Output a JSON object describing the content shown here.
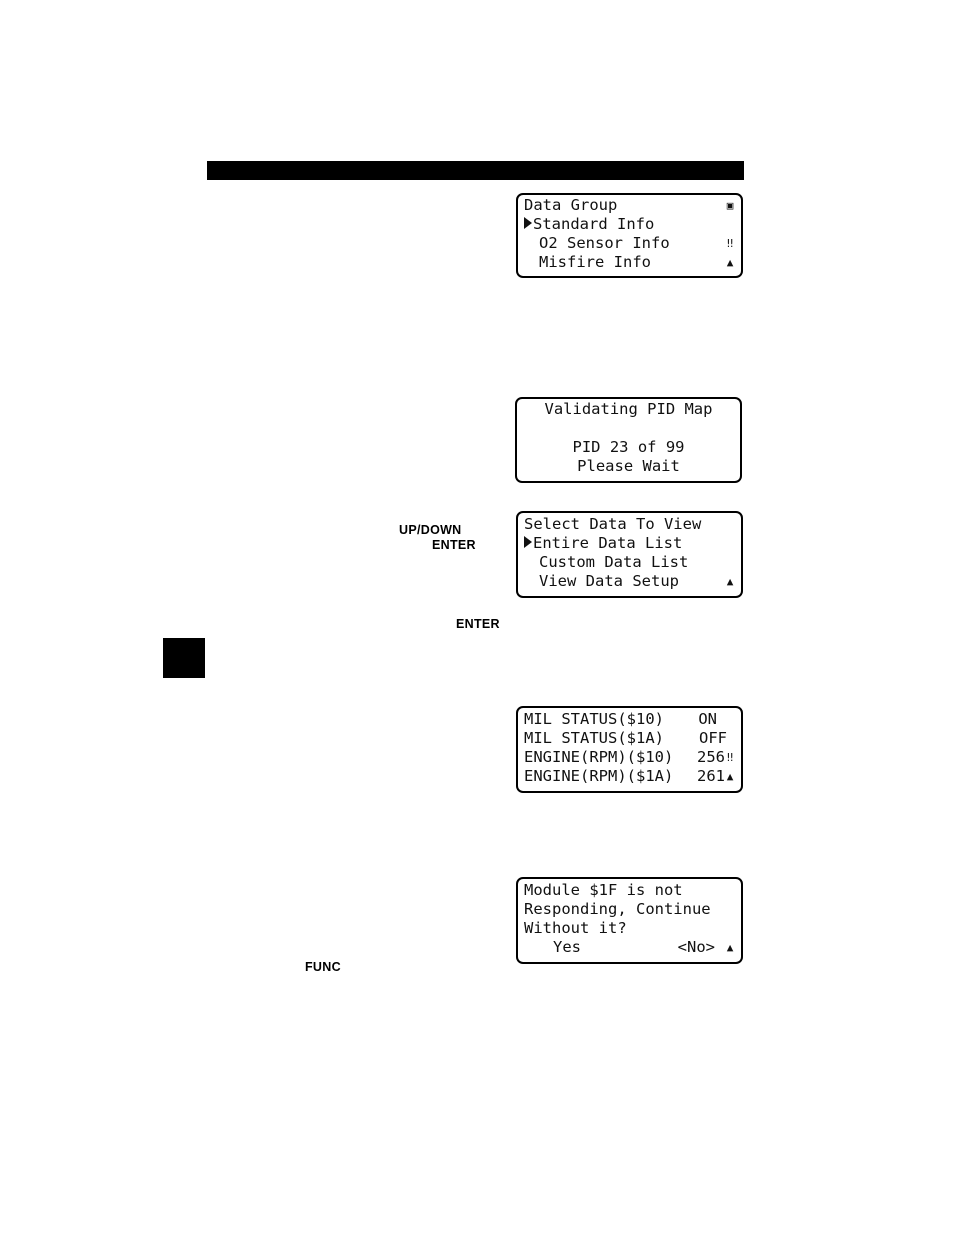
{
  "screens": {
    "data_group": {
      "lines": [
        "Data Group",
        "Standard Info",
        "O2 Sensor Info",
        "Misfire Info"
      ],
      "indicator_icons": [
        "scroll-position-icon",
        "scroll-both-icon",
        "scroll-down-icon"
      ]
    },
    "validating": {
      "lines": [
        "Validating PID Map",
        "",
        "PID 23 of 99",
        "Please Wait"
      ]
    },
    "select_data": {
      "lines": [
        "Select Data To View",
        "Entire Data List",
        "Custom Data List",
        "View Data Setup"
      ]
    },
    "data_list": {
      "rows": [
        {
          "label": "MIL STATUS($10)",
          "value": "ON"
        },
        {
          "label": "MIL STATUS($1A)",
          "value": "OFF"
        },
        {
          "label": "ENGINE(RPM)($10)",
          "value": "256"
        },
        {
          "label": "ENGINE(RPM)($1A)",
          "value": "261"
        }
      ]
    },
    "module_prompt": {
      "lines": [
        "Module $1F is not",
        "Responding, Continue",
        "Without it?"
      ],
      "yes_option": "Yes",
      "no_option": "<No>"
    }
  },
  "key_labels": {
    "up_down": "UP/DOWN",
    "enter_1": "ENTER",
    "enter_2": "ENTER",
    "func": "FUNC"
  }
}
